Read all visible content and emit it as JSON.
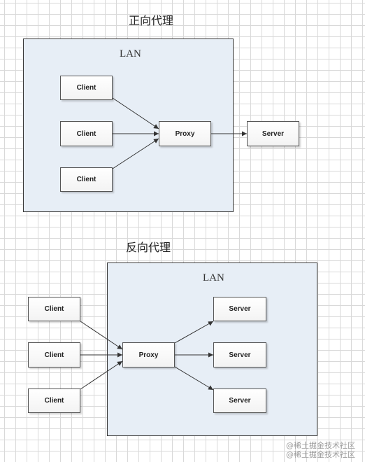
{
  "forward": {
    "title": "正向代理",
    "lan_label": "LAN",
    "clients": [
      "Client",
      "Client",
      "Client"
    ],
    "proxy": "Proxy",
    "server": "Server"
  },
  "reverse": {
    "title": "反向代理",
    "lan_label": "LAN",
    "clients": [
      "Client",
      "Client",
      "Client"
    ],
    "proxy": "Proxy",
    "servers": [
      "Server",
      "Server",
      "Server"
    ]
  },
  "watermark": {
    "line1": "@稀土掘金技术社区",
    "line2": "@稀土掘金技术社区"
  }
}
